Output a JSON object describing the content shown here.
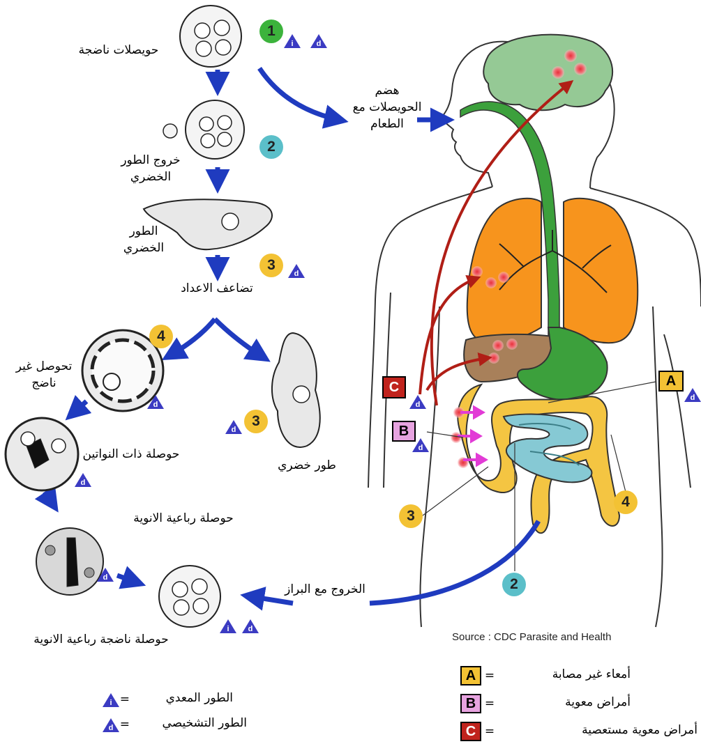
{
  "colors": {
    "stage1": "#3cb33c",
    "stage2": "#5bbfc9",
    "stage34": "#f3c234",
    "boxA": "#f3c234",
    "boxB": "#e7a3e0",
    "boxC": "#c0231d",
    "triangle": "#3b3bc2",
    "arrow": "#1f3bbf",
    "infection_arrow": "#b01e16",
    "brain": "#95c995",
    "lungs": "#f7941d",
    "liver": "#a8805a",
    "gut": "#3ca03c",
    "colon": "#f4c542",
    "small_intestine": "#86c9d4"
  },
  "cycle": {
    "mature_cyst": "حويصلات ناضجة",
    "excystation": "خروج الطور الخضري",
    "trophozoite": "الطور الخضري",
    "multiplication": "تضاعف الاعداد",
    "encystation": "تحوصل غير ناضج",
    "binucleate_cyst": "حوصلة ذات النواتين",
    "quadrinucleate_cyst": "حوصلة رباعية الانوية",
    "trophozoite_right": "طور خضري",
    "mature_quad_cyst": "حوصلة ناضجة رباعية الانوية",
    "ingestion": "هضم الحويصلات مع الطعام",
    "passed_in_stool": "الخروج مع البراز"
  },
  "stage_numbers": {
    "s1": "1",
    "s2": "2",
    "s3": "3",
    "s4": "4"
  },
  "badges": {
    "infective": "i",
    "diagnostic": "d"
  },
  "boxes": {
    "A": "A",
    "B": "B",
    "C": "C"
  },
  "source": "Source : CDC Parasite and Health",
  "legend": {
    "A": "أمعاء غير مصابة",
    "B": "أمراض معوية",
    "C": "أمراض معوية مستعصية",
    "infective": "الطور المعدي",
    "diagnostic": "الطور التشخيصي",
    "eq": "="
  }
}
